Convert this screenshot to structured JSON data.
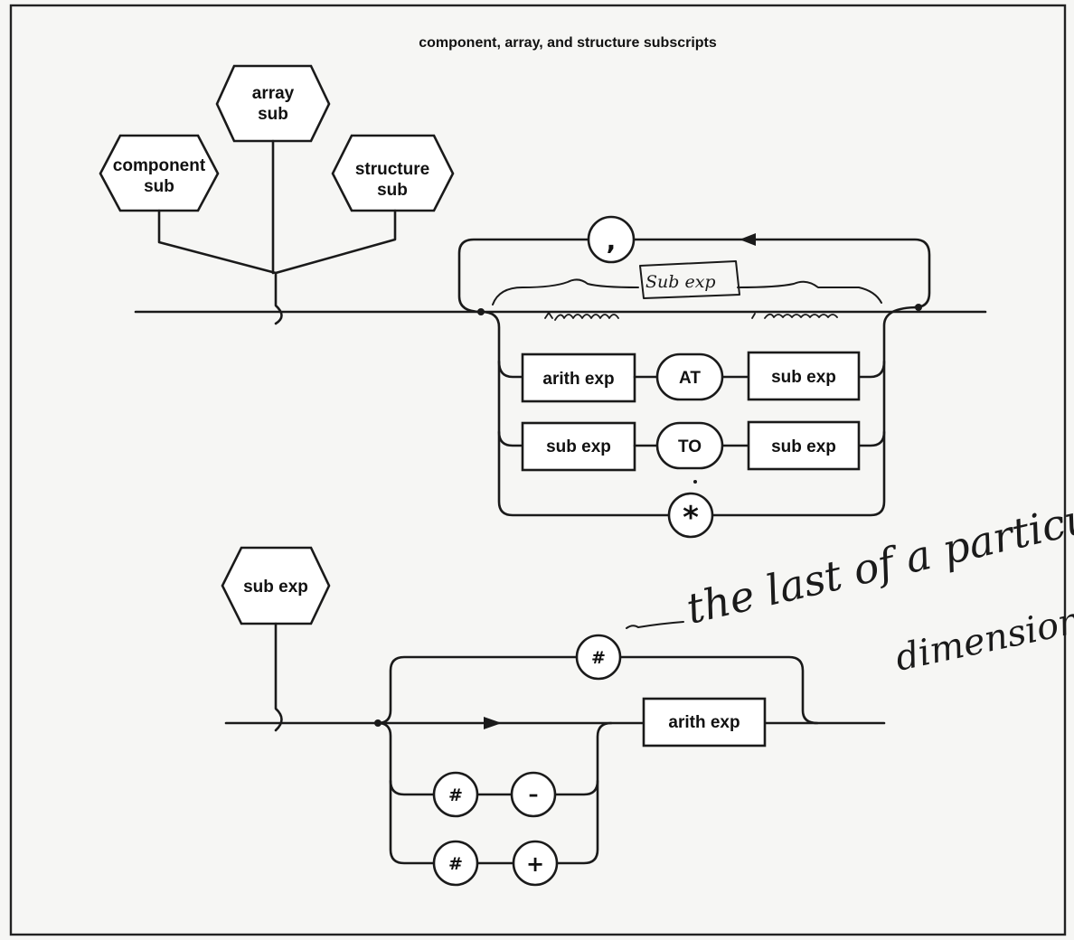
{
  "title": "component, array, and structure subscripts",
  "hex": {
    "component_sub": [
      "component",
      "sub"
    ],
    "array_sub": [
      "array",
      "sub"
    ],
    "structure_sub": [
      "structure",
      "sub"
    ],
    "sub_exp": [
      "sub exp"
    ]
  },
  "diagram1": {
    "comma": ",",
    "arith_exp": "arith exp",
    "at": "AT",
    "sub_exp_1": "sub exp",
    "sub_exp_2": "sub exp",
    "to": "TO",
    "sub_exp_3": "sub exp",
    "asterisk": "*",
    "handwritten_note": "Sub exp"
  },
  "diagram2": {
    "hash_top": "#",
    "arith_exp": "arith exp",
    "hash_minus": "#",
    "minus": "–",
    "hash_plus": "#",
    "plus": "+",
    "handwritten_note_line1": "the last of a particular",
    "handwritten_note_line2": "dimension."
  }
}
